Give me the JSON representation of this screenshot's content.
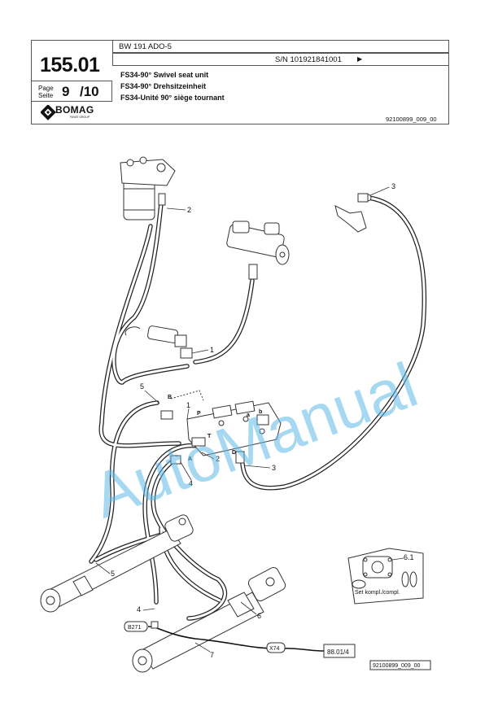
{
  "header": {
    "page_number": "155.01",
    "page_label_en": "Page",
    "page_label_de": "Seite",
    "page_current": "9",
    "page_total": "/10",
    "model": "BW 191 ADO-5",
    "serial": "S/N 101921841001",
    "serial_arrow": "▶",
    "title_en": "FS34-90° Swivel seat unit",
    "title_de": "FS34-90° Drehsitzeinheit",
    "title_fr": "FS34-Unité 90° siège tournant",
    "drawing_code": "92100899_009_00",
    "brand": "BOMAG",
    "brand_sub": "FAYAT GROUP"
  },
  "diagram": {
    "callouts": [
      "1",
      "1",
      "2",
      "2",
      "3",
      "3",
      "4",
      "4",
      "5",
      "5",
      "6",
      "6.1",
      "7"
    ],
    "port_labels": [
      "B",
      "P",
      "T",
      "A",
      "D",
      "a",
      "b"
    ],
    "kit_label": "Set kompl./compl.",
    "ref_b271": "B271",
    "ref_x74": "X74",
    "ref_page": "88.01/4",
    "drawing_code_bottom": "92100899_009_00",
    "watermark": "AutoManual"
  }
}
